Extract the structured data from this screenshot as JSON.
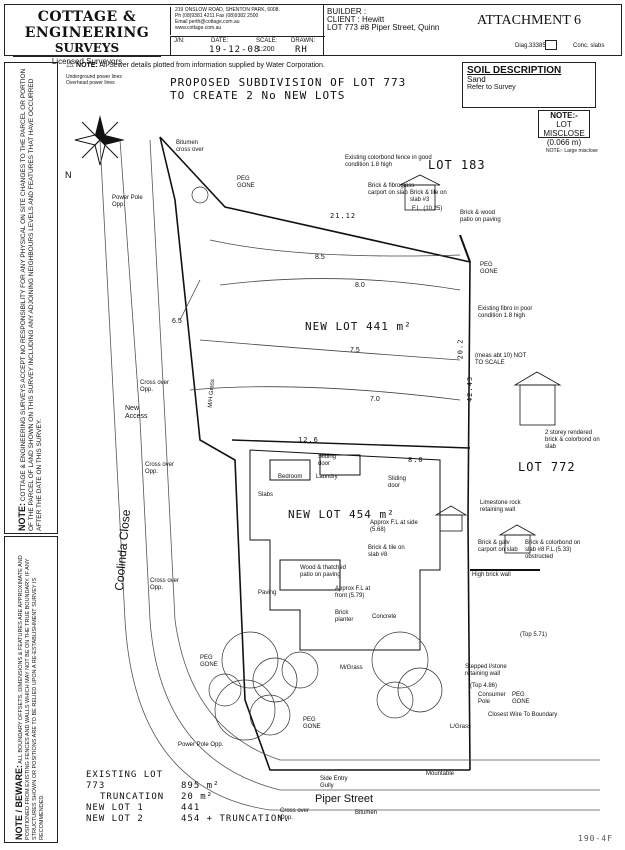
{
  "header": {
    "company_line1": "COTTAGE & ENGINEERING",
    "company_line2": "SURVEYS",
    "licensed": "Licensed Surveyors",
    "address_lines": [
      "219 ONSLOW ROAD, SHENTON PARK, 6008.",
      "Ph (08)9381 4211  Fax (08)9382 2500",
      "Email perth@cottage.com.au",
      "www.cottage.com.au"
    ],
    "job_label": "J/N:",
    "date_label": "DATE:",
    "date_value": "19-12-08",
    "scale_label": "SCALE:",
    "scale_value": "1:200",
    "drawn_label": "DRAWN:",
    "drawn_value": "RH",
    "builder_label": "BUILDER :",
    "client_line": "CLIENT : Hewitt",
    "lot_line": "LOT 773   #8 Piper Street, Quinn",
    "attachment": "ATTACHMENT 6",
    "diag": "Diag.33385",
    "conc_slabs": "Conc. slabs"
  },
  "notes": {
    "sewer_note_prefix": "NOTE:",
    "sewer_note": "All Sewer details plotted from information supplied by Water Corporation.",
    "power_underground": "Underground power lines",
    "power_overhead": "Overhead power lines",
    "proposed_line1": "PROPOSED SUBDIVISION OF LOT 773",
    "proposed_line2": "TO CREATE 2 No NEW LOTS"
  },
  "soil": {
    "title": "SOIL DESCRIPTION",
    "type": "Sand",
    "refer": "Refer to Survey"
  },
  "legend_notes": {
    "lot_misclose_label": "NOTE:-",
    "lot_misclose_text": "LOT MISCLOSE",
    "lot_misclose_value": "(0.066 m)",
    "large_misclose": "NOTE:- Large misclose"
  },
  "plan": {
    "lot_new_441": "NEW LOT 441 m²",
    "lot_new_454": "NEW LOT 454 m²",
    "lot_183": "LOT 183",
    "lot_772": "LOT 772",
    "street_coolinda": "Coolinda Close",
    "street_piper": "Piper Street",
    "new_access": "New Access",
    "bitumen_top": "Bitumen cross over",
    "bitumen_bottom": "Bitumen",
    "power_pole_top": "Power Pole Opp.",
    "power_pole_bottom": "Power Pole Opp.",
    "cross_over_1": "Cross over Opp.",
    "cross_over_2": "Cross over Opp.",
    "cross_over_3": "Cross over Opp.",
    "cross_over_4": "Cross over Opp.",
    "peg_gone": "PEG GONE",
    "brick_tile_3": "Brick & tile on slab #3",
    "brick_tile_8": "Brick & tile on slab #8",
    "brick_fibro": "Brick & fibroglass carport on slab",
    "brick_wood": "Brick & wood patio on paving",
    "colorbond_fence": "Existing colorbond fence in good condition 1.8 high",
    "fibro_fence": "Existing fibro in poor condition 1.8 high",
    "not_to_scale": "(meas abt 10) NOT TO SCALE",
    "storey_note": "2 storey rendered brick & colorbond on slab",
    "limestone_wall": "Limestone rock retaining wall",
    "brick_galv": "Brick & galv carport on slab",
    "brick_colorbond": "Brick & colorbond on slab #8 F.L.(5.33) obstructed",
    "high_brick_wall": "High brick wall",
    "approx_fl_side": "Approx F.L at side (5.68)",
    "approx_fl_front": "Approx F.L at front (5.79)",
    "wood_thatched": "Wood & thatched patio on paving",
    "brick_planter": "Brick planter",
    "sliding_door_1": "Sliding door",
    "sliding_door_2": "Sliding door",
    "bedroom": "Bedroom",
    "laundry": "Laundry",
    "slabs": "Slabs",
    "concrete": "Concrete",
    "paving": "Paving",
    "mgrass_1": "M/H Grass",
    "mgrass_2": "M/Grass",
    "stepped_wall": "Stepped l/stone retaining wall",
    "consumer_pole": "Consumer Pole",
    "closest_wire": "Closest Wire To Boundary",
    "lgrass": "L/Grass",
    "mountable": "Mountable",
    "side_entry": "Side Entry Gully",
    "top_571": "(Top 5.71)",
    "top_486": "(Top 4.86)",
    "bearing_top": "21.12",
    "bearing_right": "20.2",
    "bearing_left": "42.43",
    "dim_126": "12.6",
    "dim_80": "8.0",
    "contours": [
      "8.5",
      "8.0",
      "7.5",
      "7.0",
      "6.5"
    ],
    "fl_1025": "F.L. (10.25)"
  },
  "area_table": {
    "rows": [
      {
        "label": "EXISTING LOT 773",
        "value": "895 m²"
      },
      {
        "label": "TRUNCATION",
        "value": "20 m²"
      },
      {
        "label": "NEW LOT 1",
        "value": "441"
      },
      {
        "label": "NEW LOT 2",
        "value": "454 + TRUNCATION."
      }
    ]
  },
  "side_notes": {
    "note_title": "NOTE:",
    "note_text": "COTTAGE & ENGINEERING SURVEYS ACCEPT NO RESPONSIBILITY FOR ANY PHYSICAL ON SITE CHANGES TO THE PARCEL OR PORTION OF THE PARCEL OF LAND SHOWN ON THIS SURVEY INCLUDING ANY ADJOINING NEIGHBOURS LEVELS AND FEATURES THAT HAVE OCCURRED AFTER THE DATE ON THIS SURVEY.",
    "beware_title": "NOTE / BEWARE:",
    "beware_text": "ALL BOUNDARY OFFSETS, DIMENSIONS & FEATURES ARE APPROXIMATE AND POSITIONED FROM EXISTING FENCES AND WALLS WHICH MAY NOT BE ON THE TRUE BOUNDARY. IF ANY STRUCTURES SHOWN OR POSITIONS ARE TO BE RELIED UPON A RE-ESTABLISHMENT SURVEY IS RECOMMENDED."
  },
  "footer": {
    "handnote": "190-4F"
  }
}
